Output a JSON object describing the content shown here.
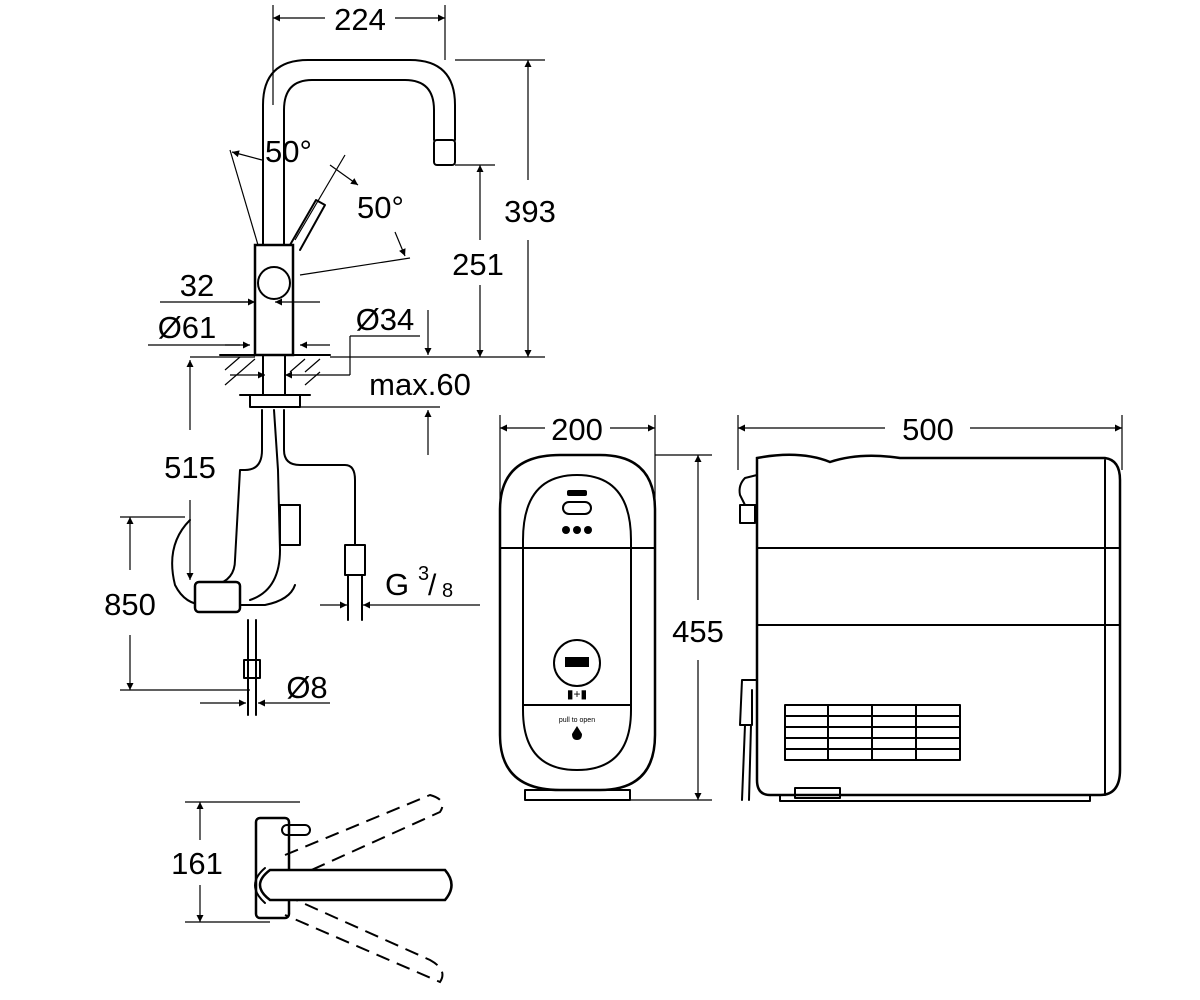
{
  "dimensions": {
    "spout_reach": "224",
    "total_height": "393",
    "spout_height": "251",
    "lever_angle_left": "50°",
    "lever_angle_right": "50°",
    "lever_offset": "32",
    "base_diameter": "Ø61",
    "hole_diameter": "Ø34",
    "max_deck_thickness": "max.60",
    "hose_length_upper": "515",
    "hose_length_lower": "850",
    "connection_thread": "G",
    "thread_numerator": "3",
    "thread_denominator": "8",
    "tube_diameter": "Ø8",
    "boiler_depth": "200",
    "boiler_height": "455",
    "boiler_width": "500",
    "top_view_depth": "161"
  },
  "boiler_panel": {
    "label": "pull to open"
  }
}
